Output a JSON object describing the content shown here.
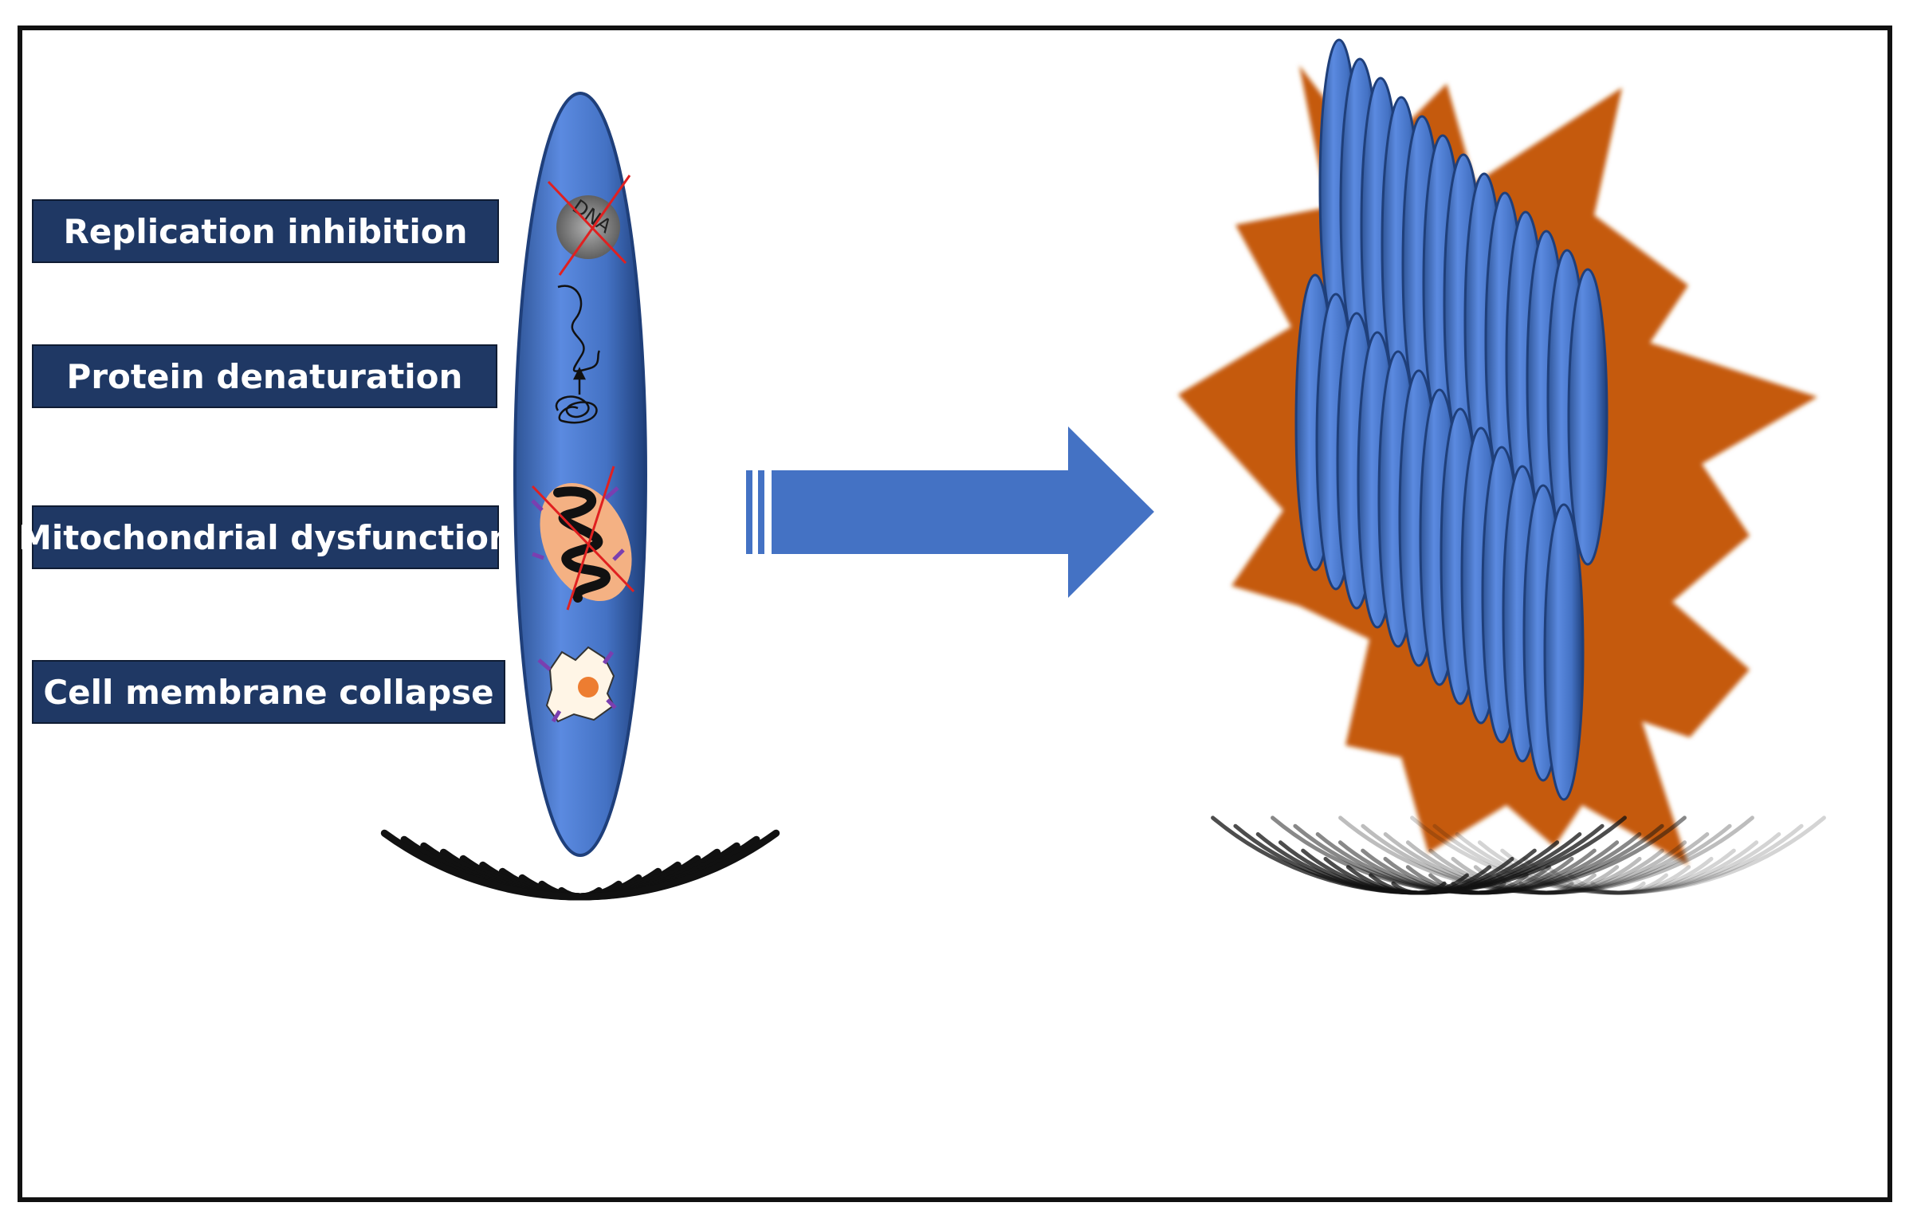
{
  "labels": [
    "Replication inhibition",
    "Protein denaturation",
    "Mitochondrial dysfunction",
    "Cell membrane collapse"
  ],
  "icons": {
    "dna": "DNA",
    "dna_icon": "dna-icon",
    "protein_icon": "protein-icon",
    "mitochondria_icon": "mitochondria-icon",
    "membrane_icon": "cell-membrane-icon"
  },
  "colors": {
    "cell_blue": "#4472c4",
    "label_navy": "#1f3864",
    "burst_orange": "#c55a11",
    "mito_peach": "#f4b183",
    "inhibit_red": "#e02020"
  }
}
